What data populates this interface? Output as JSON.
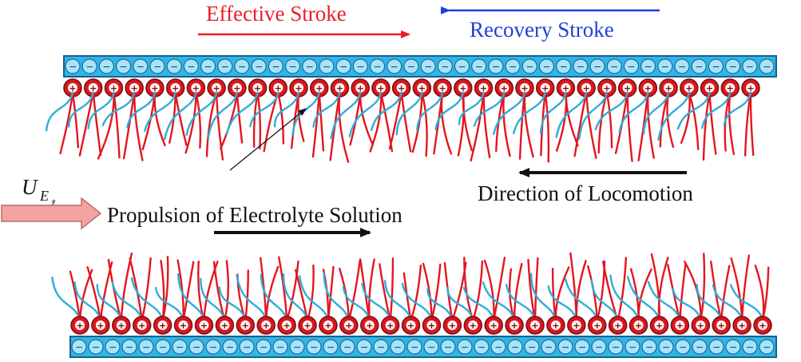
{
  "labels": {
    "effective_stroke": "Effective Stroke",
    "recovery_stroke": "Recovery Stroke",
    "direction_of_locomotion": "Direction of Locomotion",
    "propulsion": "Propulsion of Electrolyte Solution",
    "velocity_main": "U",
    "velocity_sub": "E",
    "velocity_subsub": "z̃"
  },
  "glyphs": {
    "negative": "−",
    "positive": "+"
  },
  "colors": {
    "effective_red": "#e8202a",
    "recovery_blue": "#1f3fd8",
    "cilia_red": "#e3161f",
    "cilia_cyan": "#2eaed8",
    "wall_fill": "#2fb6e6",
    "wall_stroke": "#1b5f8e",
    "neg_fill": "#a7e4fa",
    "neg_stroke": "#1b6a9a",
    "pos_fill": "#d8181e",
    "pos_stroke": "#7a0c10",
    "velocity_arrow": "#f4a3a3",
    "velocity_arrow_stroke": "#b96a6a",
    "text_black": "#111111"
  }
}
